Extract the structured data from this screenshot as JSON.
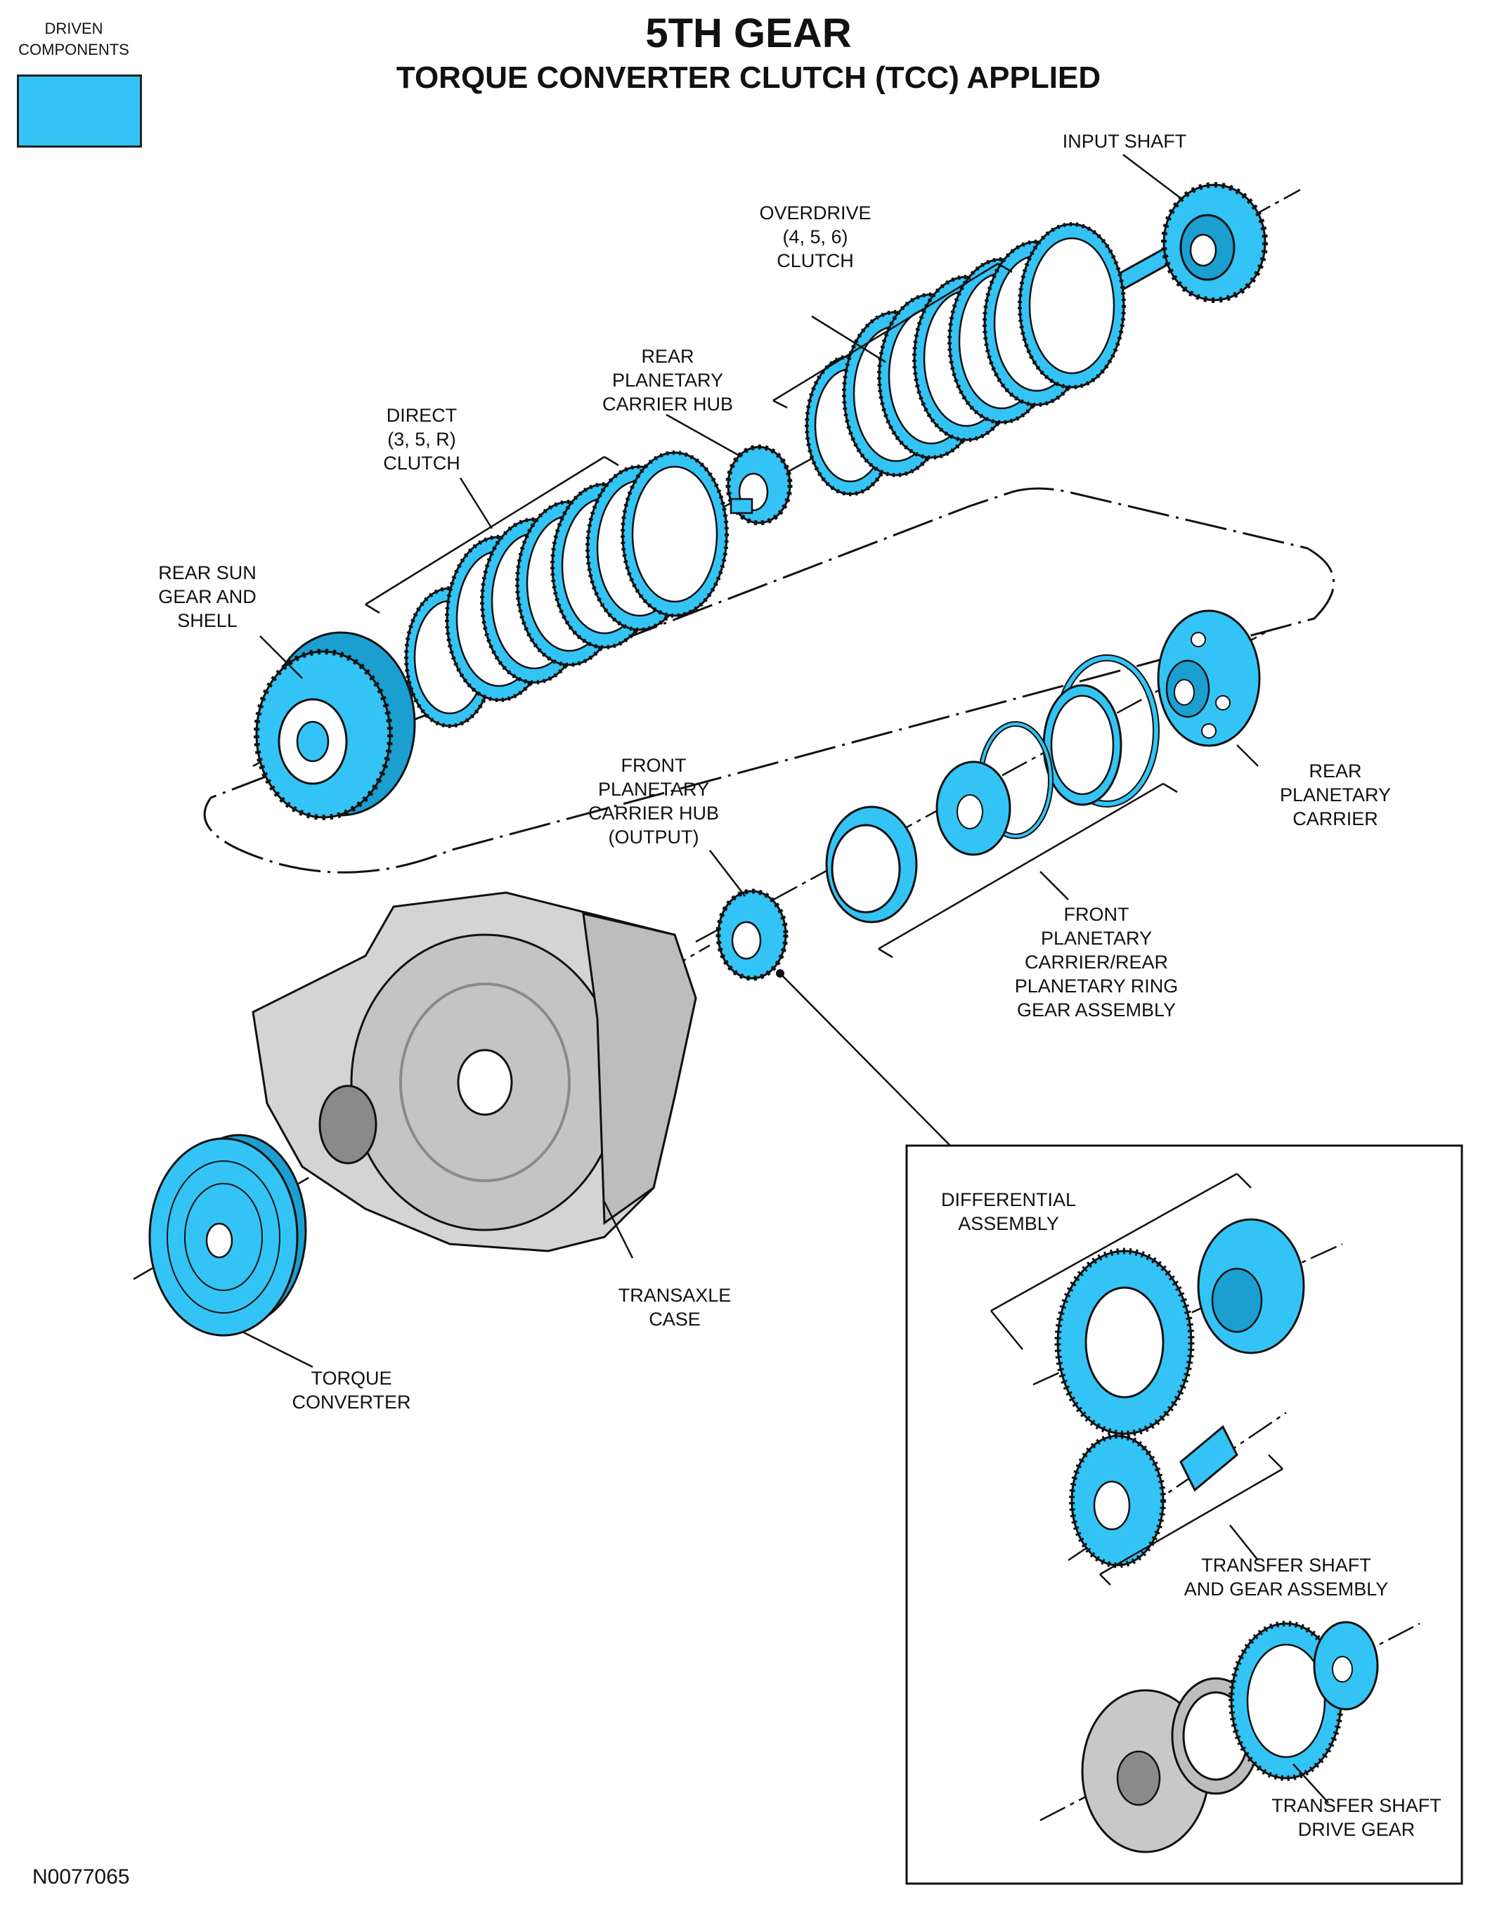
{
  "header": {
    "title": "5TH GEAR",
    "subtitle": "TORQUE CONVERTER CLUTCH (TCC) APPLIED"
  },
  "legend": {
    "label_line1": "DRIVEN",
    "label_line2": "COMPONENTS",
    "color": "#33c4f5"
  },
  "colors": {
    "driven": "#33c4f5",
    "driven_dark": "#1a9fd0",
    "outline": "#111111",
    "case": "#d4d4d4",
    "case_dark": "#8a8a8a"
  },
  "labels": {
    "input_shaft": [
      "INPUT SHAFT"
    ],
    "overdrive_clutch": [
      "OVERDRIVE",
      "(4, 5, 6)",
      "CLUTCH"
    ],
    "rear_planetary_carrier_hub": [
      "REAR",
      "PLANETARY",
      "CARRIER HUB"
    ],
    "direct_clutch": [
      "DIRECT",
      "(3, 5, R)",
      "CLUTCH"
    ],
    "rear_sun_gear": [
      "REAR SUN",
      "GEAR AND",
      "SHELL"
    ],
    "front_planetary_carrier_hub": [
      "FRONT",
      "PLANETARY",
      "CARRIER HUB",
      "(OUTPUT)"
    ],
    "rear_planetary_carrier": [
      "REAR",
      "PLANETARY",
      "CARRIER"
    ],
    "front_planetary_ring_gear": [
      "FRONT",
      "PLANETARY",
      "CARRIER/REAR",
      "PLANETARY RING",
      "GEAR ASSEMBLY"
    ],
    "transaxle_case": [
      "TRANSAXLE",
      "CASE"
    ],
    "torque_converter": [
      "TORQUE",
      "CONVERTER"
    ],
    "differential_assembly": [
      "DIFFERENTIAL",
      "ASSEMBLY"
    ],
    "transfer_shaft_gear": [
      "TRANSFER SHAFT",
      "AND GEAR ASSEMBLY"
    ],
    "transfer_shaft_drive_gear": [
      "TRANSFER SHAFT",
      "DRIVE GEAR"
    ]
  },
  "figure_code": "N0077065"
}
